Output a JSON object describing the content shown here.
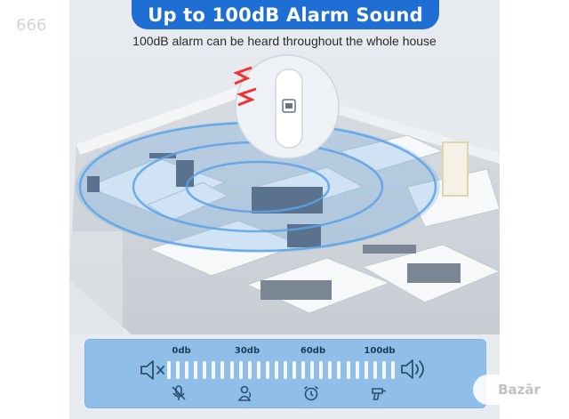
{
  "corner_tag": "666",
  "header": {
    "title": "Up to 100dB Alarm Sound",
    "subtitle": "100dB alarm can be heard throughout the whole house"
  },
  "meter": {
    "labels": [
      "0db",
      "30db",
      "60db",
      "100db"
    ],
    "start_icon": "mute-speaker-icon",
    "end_icon": "loud-speaker-icon",
    "bar_count": 26,
    "sources": [
      "mute-microphone-icon",
      "person-icon",
      "alarm-clock-icon",
      "power-drill-icon"
    ]
  },
  "watermark": "Bazār",
  "colors": {
    "brand_blue": "#1e6ed3",
    "meter_bg": "#8fbfe8",
    "sound_wave": "#5aa2e6"
  }
}
